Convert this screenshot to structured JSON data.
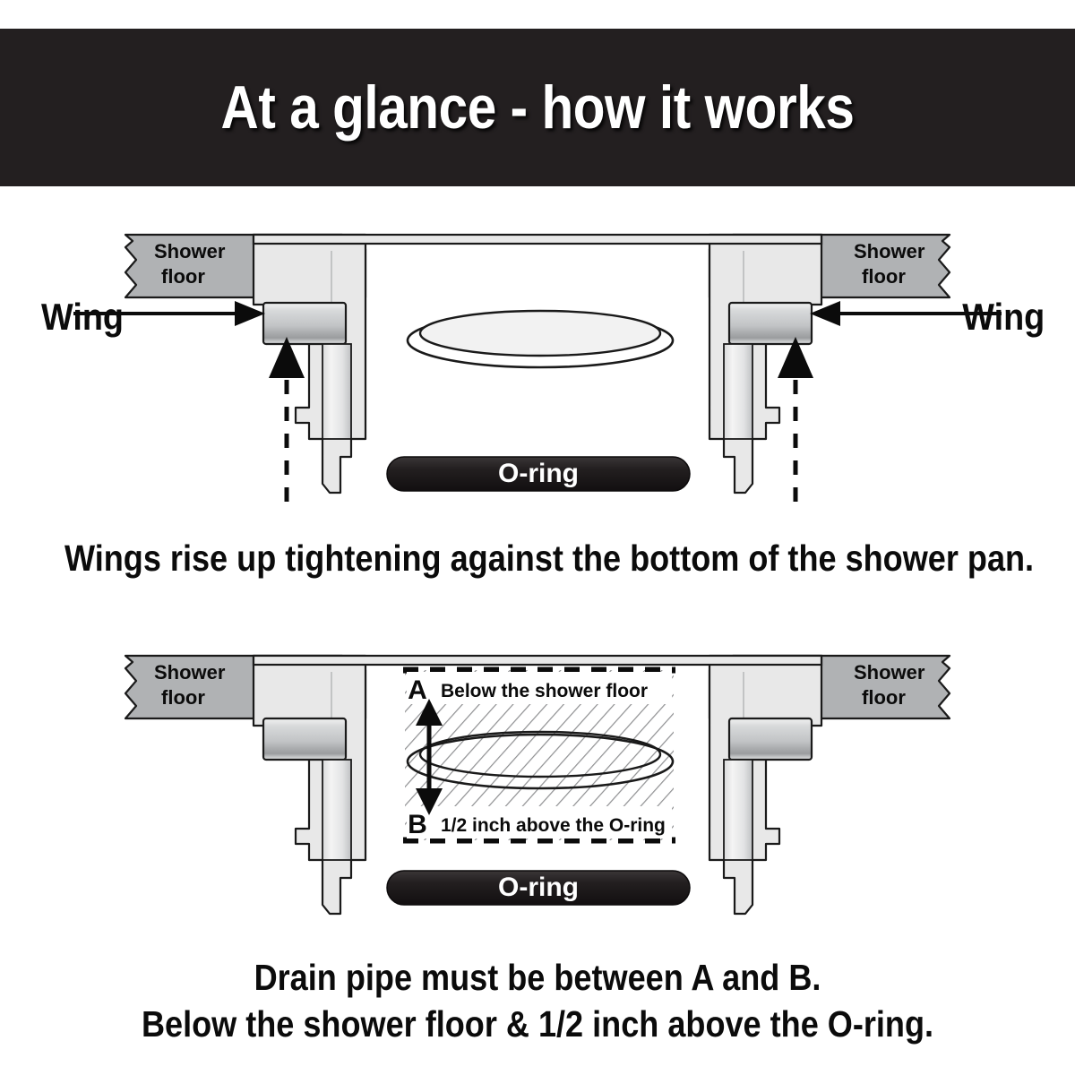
{
  "header": {
    "title": "At a glance - how it works",
    "background_color": "#231f20",
    "text_color": "#ffffff"
  },
  "colors": {
    "shower_floor_gray": "#b0b2b4",
    "drain_body_light": "#e8e8e8",
    "wing_gray": "#c6c8ca",
    "oring_black": "#231f20",
    "outline": "#1a1a1a",
    "page_background": "#ffffff"
  },
  "diagram_1": {
    "name": "wings-up-diagram",
    "floor_label_left": "Shower\nfloor",
    "floor_label_left_line1": "Shower",
    "floor_label_left_line2": "floor",
    "floor_label_right_line1": "Shower",
    "floor_label_right_line2": "floor",
    "wing_label_left": "Wing",
    "wing_label_right": "Wing",
    "oring_label": "O-ring",
    "caption": "Wings rise up tightening against the bottom of the shower pan."
  },
  "diagram_2": {
    "name": "pipe-height-diagram",
    "floor_label_left_line1": "Shower",
    "floor_label_left_line2": "floor",
    "floor_label_right_line1": "Shower",
    "floor_label_right_line2": "floor",
    "oring_label": "O-ring",
    "marker_a_letter": "A",
    "marker_a_text": "Below the shower floor",
    "marker_b_letter": "B",
    "marker_b_text": "1/2 inch above the O-ring",
    "caption_line_1": "Drain pipe must be between A and B.",
    "caption_line_2": "Below the shower floor & 1/2 inch above the O-ring."
  }
}
